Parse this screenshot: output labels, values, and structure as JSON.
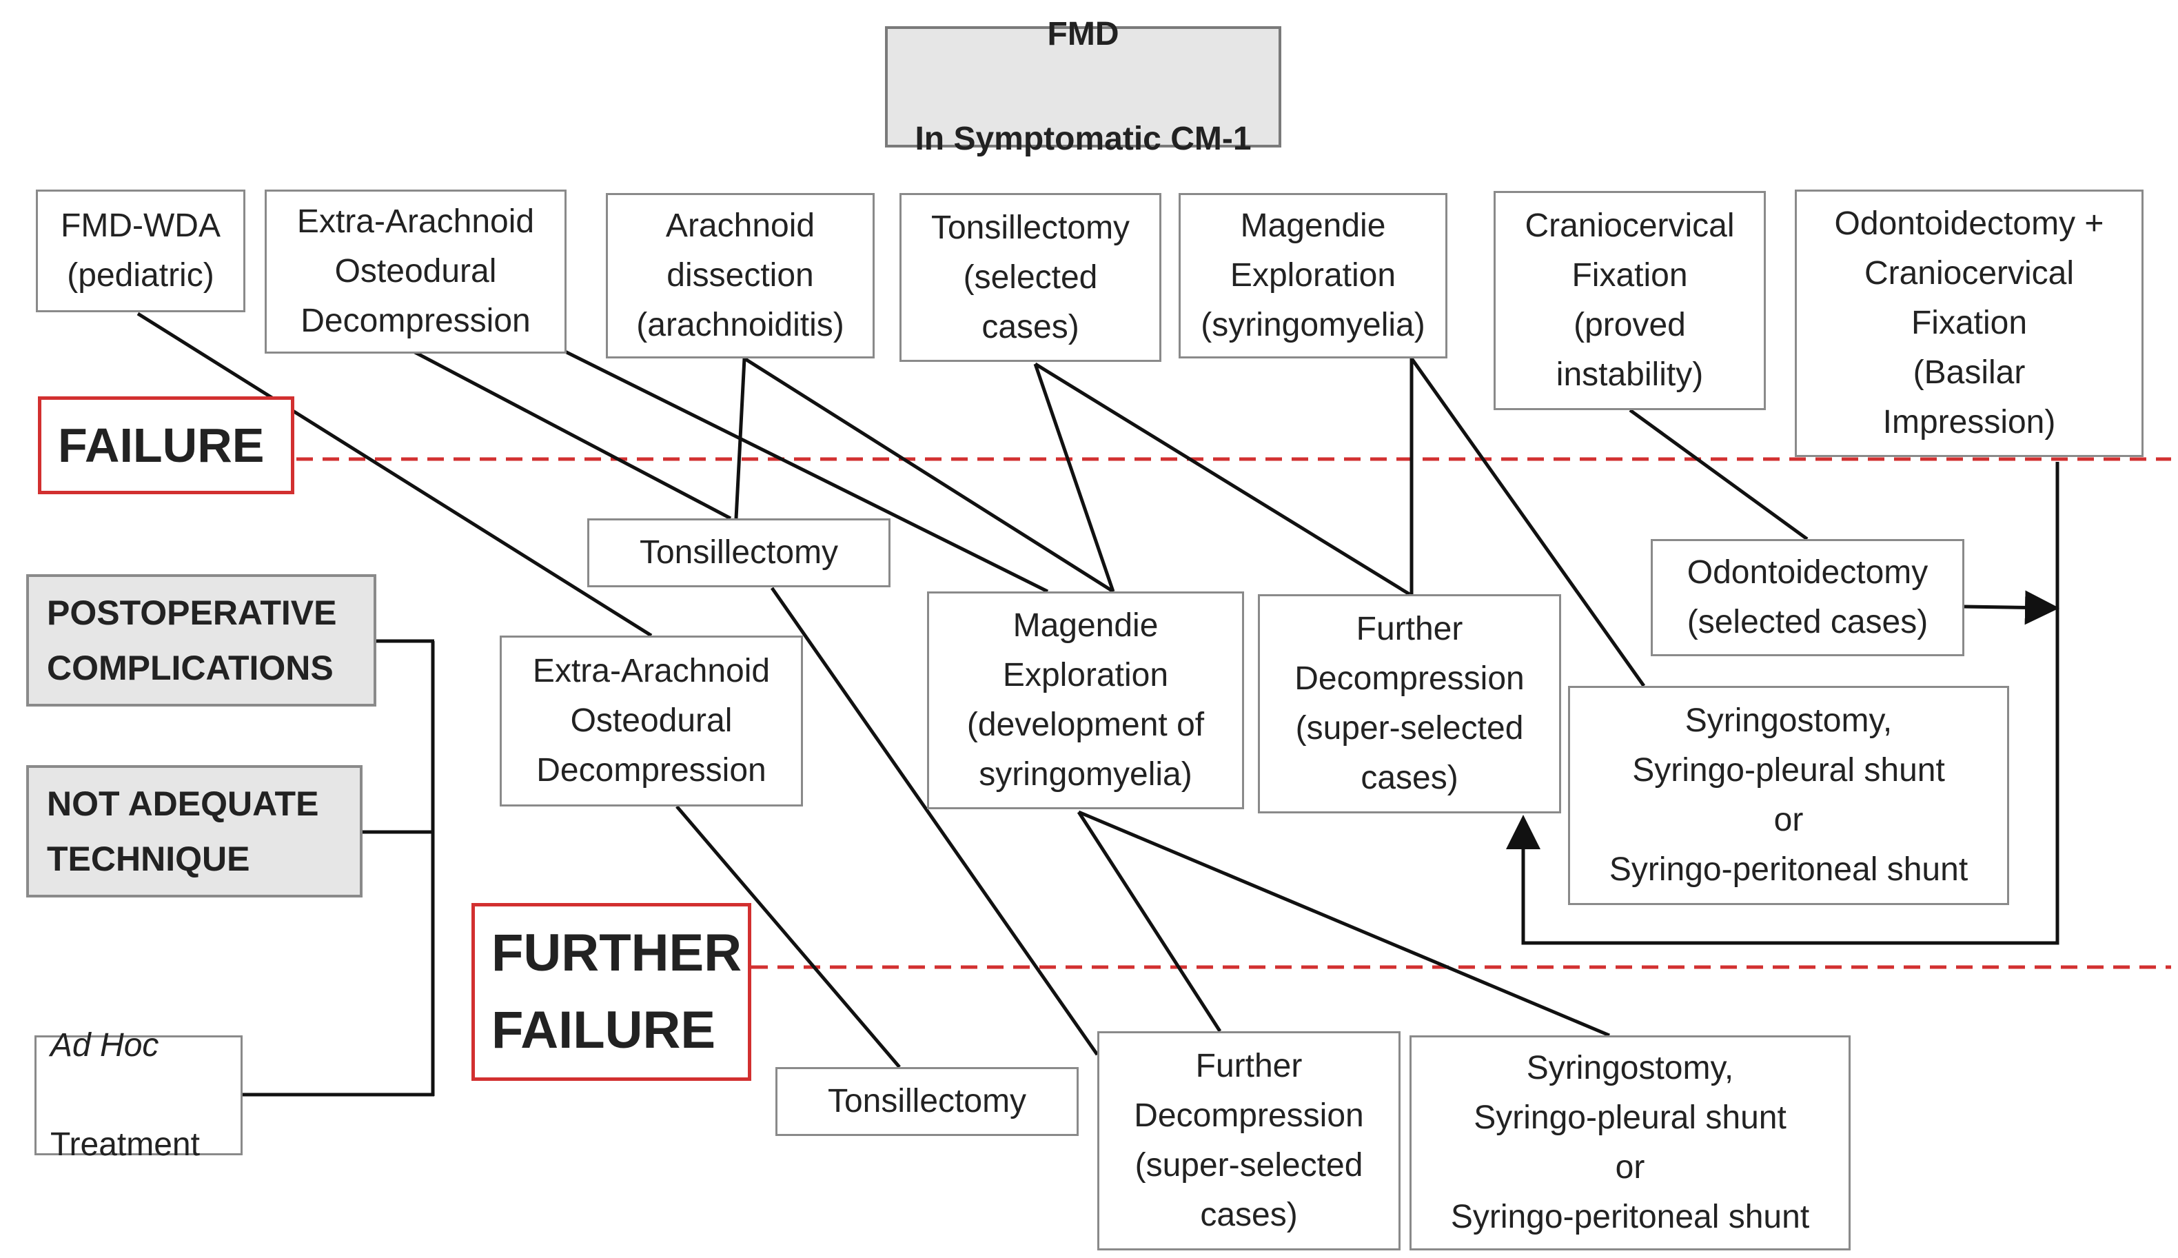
{
  "title_box": {
    "line1": "FMD",
    "line2": "In Symptomatic CM-1"
  },
  "top_options": [
    {
      "text": "FMD-WDA\n(pediatric)"
    },
    {
      "text": "Extra-Arachnoid\nOsteodural\nDecompression"
    },
    {
      "text": "Arachnoid\ndissection\n(arachnoiditis)"
    },
    {
      "text": "Tonsillectomy\n(selected\ncases)"
    },
    {
      "text": "Magendie\nExploration\n(syringomyelia)"
    },
    {
      "text": "Craniocervical\nFixation\n(proved\ninstability)"
    },
    {
      "text": "Odontoidectomy +\nCraniocervical\nFixation\n(Basilar\nImpression)"
    }
  ],
  "failure_label": "FAILURE",
  "further_failure_label": "FURTHER\nFAILURE",
  "second_level": [
    {
      "text": "Tonsillectomy"
    },
    {
      "text": "Extra-Arachnoid\nOsteodural\nDecompression"
    },
    {
      "text": "Magendie\nExploration\n(development of\nsyringomyelia)"
    },
    {
      "text": "Further\nDecompression\n(super-selected\ncases)"
    },
    {
      "text": "Odontoidectomy\n(selected cases)"
    },
    {
      "text": "Syringostomy,\nSyringo-pleural shunt\nor\nSyringo-peritoneal shunt"
    }
  ],
  "third_level": [
    {
      "text": "Tonsillectomy"
    },
    {
      "text": "Further\nDecompression\n(super-selected\ncases)"
    },
    {
      "text": "Syringostomy,\nSyringo-pleural shunt\nor\nSyringo-peritoneal shunt"
    }
  ],
  "complications": [
    {
      "text": "POSTOPERATIVE\nCOMPLICATIONS"
    },
    {
      "text": "NOT ADEQUATE\nTECHNIQUE"
    }
  ],
  "ad_hoc": {
    "italic": "Ad Hoc",
    "plain": "Treatment"
  },
  "colors": {
    "failure_line": "#d23030",
    "box_fill_grey": "#e6e6e6",
    "connector": "#111111"
  }
}
